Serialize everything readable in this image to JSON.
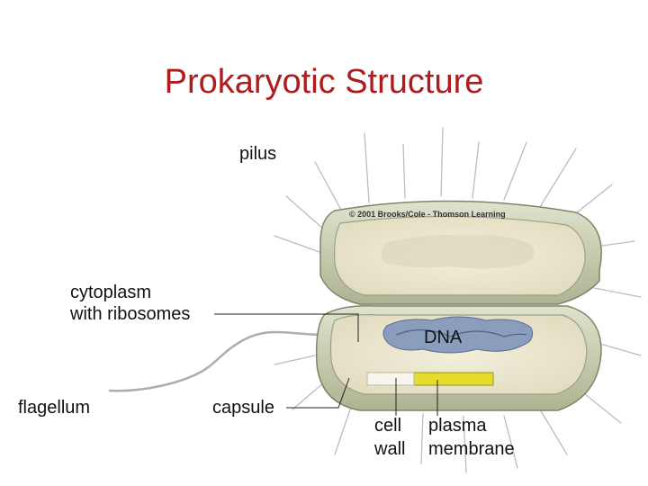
{
  "title": "Prokaryotic Structure",
  "copyright": "© 2001 Brooks/Cole - Thomson Learning",
  "labels": {
    "pilus": "pilus",
    "cytoplasm_line1": "cytoplasm",
    "cytoplasm_line2": "with ribosomes",
    "dna": "DNA",
    "flagellum": "flagellum",
    "capsule": "capsule",
    "cell_wall_line1": "cell",
    "cell_wall_line2": "wall",
    "plasma_membrane_line1": "plasma",
    "plasma_membrane_line2": "membrane"
  },
  "colors": {
    "title": "#b01c1c",
    "capsule": "#d5d9c3",
    "cell_wall": "#a9ae8f",
    "cytoplasm": "#ece8d3",
    "dna": "#7f93b4",
    "membrane_yellow": "#e6dc2a"
  }
}
